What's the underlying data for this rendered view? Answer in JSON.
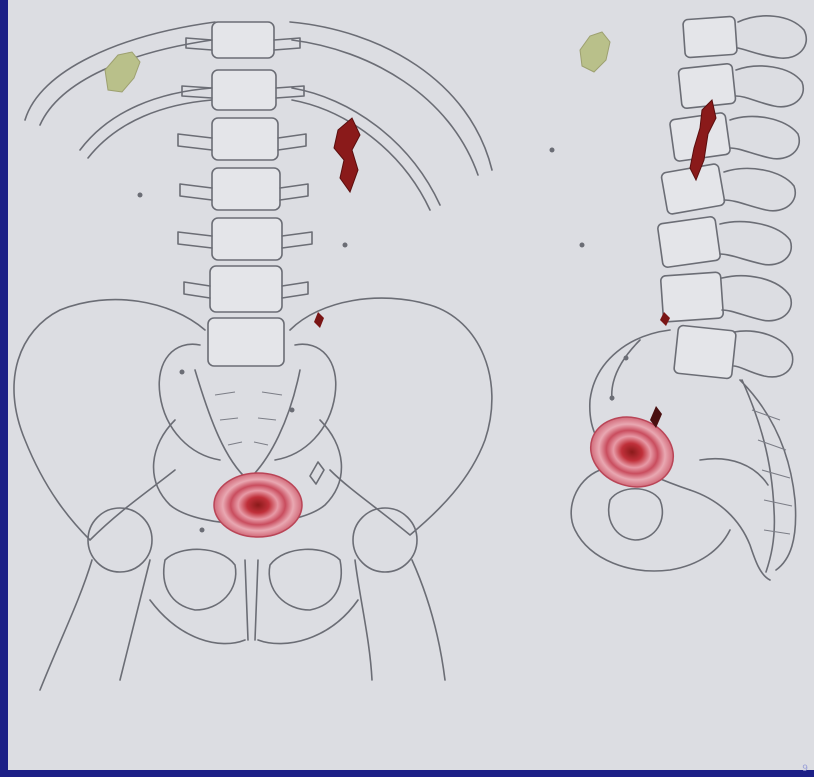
{
  "figure": {
    "page_marker": "9"
  },
  "colors": {
    "background": "#1c1f86",
    "panel": "#dcdde2",
    "outline": "#6b6d75",
    "calcification": "#b9c08a",
    "lesion_dark": "#8a1a1a",
    "lesion_ring": "#c94d5e"
  },
  "views": [
    "frontal-view",
    "lateral-view"
  ]
}
